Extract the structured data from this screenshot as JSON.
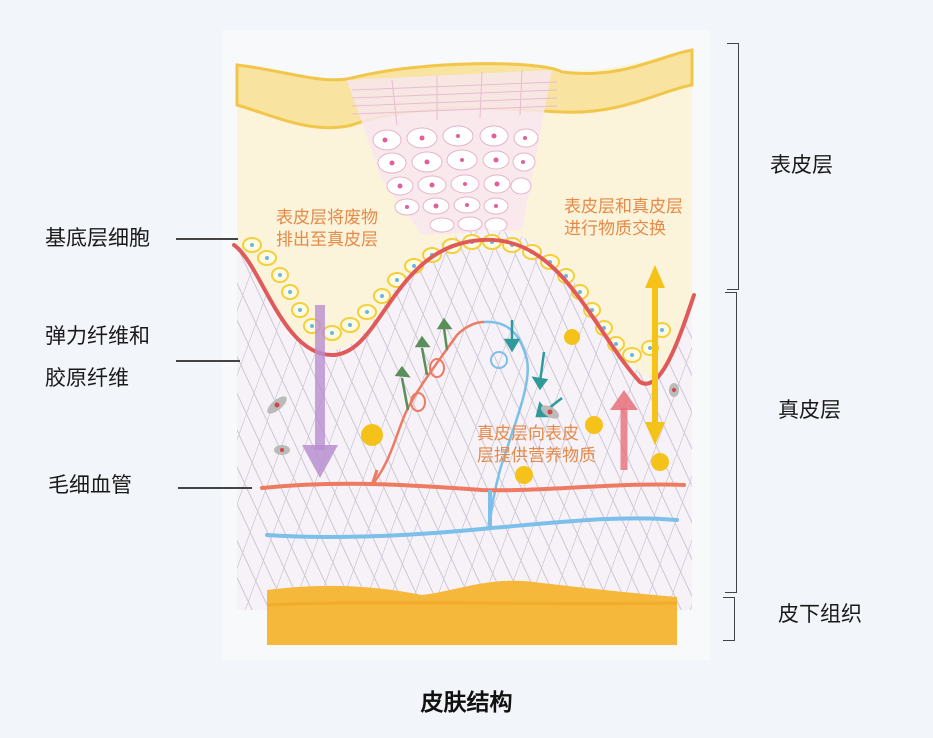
{
  "title": "皮肤结构",
  "left_labels": {
    "basal_cells": "基底层细胞",
    "fibers_line1": "弹力纤维和",
    "fibers_line2": "胶原纤维",
    "capillaries": "毛细血管"
  },
  "right_labels": {
    "epidermis": "表皮层",
    "dermis": "真皮层",
    "subcutaneous": "皮下组织"
  },
  "annotations": {
    "waste": {
      "line1": "表皮层将废物",
      "line2": "排出至真皮层"
    },
    "exchange": {
      "line1": "表皮层和真皮层",
      "line2": "进行物质交换"
    },
    "nutrients": {
      "line1": "真皮层向表皮",
      "line2": "层提供营养物质"
    }
  },
  "colors": {
    "background": "#f2f5f9",
    "annotation_text": "#e58a48",
    "label_text": "#1a1a1a",
    "stratum_corneum": "#f6d36b",
    "basement_membrane": "#e05a5a",
    "artery": "#ee7a62",
    "vein": "#7cbfea",
    "fat": "#f5b83a",
    "waste_arrow": "#b98fd0",
    "exchange_arrow": "#f5c21a",
    "nutrient_arrow": "#e8707a"
  }
}
